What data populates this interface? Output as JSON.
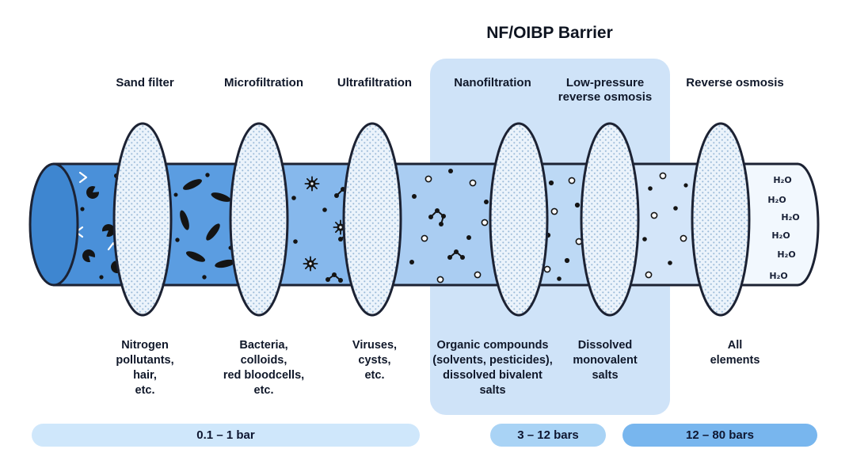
{
  "title": "NF/OIBP Barrier",
  "colors": {
    "highlight_box": "#cfe3f8",
    "pipe_outline": "#1c2233",
    "cap": "#3e86d0",
    "membrane_fill_base": "#ebf3fb",
    "membrane_dot": "#9cbbd9",
    "segment_fills": [
      "#4a90d9",
      "#5b9de1",
      "#86b8ec",
      "#aacdf2",
      "#bdd9f5",
      "#d3e5f9",
      "#f2f8fe"
    ]
  },
  "stages": [
    {
      "name": "Sand filter",
      "removes": "Nitrogen\npollutants,\nhair,\netc.",
      "particle_type": "nitrogen-pollutants-hair"
    },
    {
      "name": "Microfiltration",
      "removes": "Bacteria,\ncolloids,\nred bloodcells,\netc.",
      "particle_type": "bacteria-colloids"
    },
    {
      "name": "Ultrafiltration",
      "removes": "Viruses,\ncysts,\netc.",
      "particle_type": "viruses-cysts"
    },
    {
      "name": "Nanofiltration",
      "removes": "Organic compounds\n(solvents, pesticides),\ndissolved bivalent\nsalts",
      "particle_type": "organic-compounds"
    },
    {
      "name": "Low-pressure\nreverse osmosis",
      "removes": "Dissolved\nmonovalent\nsalts",
      "particle_type": "monovalent-salts"
    },
    {
      "name": "Reverse osmosis",
      "removes": "All\nelements",
      "particle_type": "fine-particles"
    }
  ],
  "pressure_bars": [
    {
      "label": "0.1 – 1 bar",
      "color": "#cfe7fb"
    },
    {
      "label": "3 – 12 bars",
      "color": "#a9d3f5"
    },
    {
      "label": "12 – 80 bars",
      "color": "#78b6ee"
    }
  ],
  "h2o_labels": [
    "H₂O",
    "H₂O",
    "H₂O",
    "H₂O",
    "H₂O",
    "H₂O"
  ]
}
